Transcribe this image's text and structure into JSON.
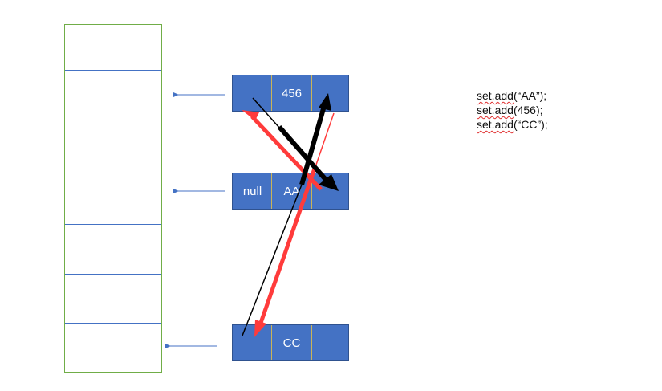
{
  "nodes": {
    "top": {
      "c1": "",
      "c2": "456",
      "c3": ""
    },
    "middle": {
      "c1": "null",
      "c2": "AA",
      "c3": ""
    },
    "bottom": {
      "c1": "",
      "c2": "CC",
      "c3": ""
    }
  },
  "code": {
    "line1_prefix": "set.add",
    "line1_rest": "(“AA”);",
    "line2_prefix": "set.add",
    "line2_rest": "(456);",
    "line3_prefix": "set.add",
    "line3_rest": "(“CC”);"
  },
  "colors": {
    "node_fill": "#4472c4",
    "table_border": "#70ad47",
    "slot_divider": "#4472c4",
    "arrow_red": "#ff3b3b",
    "arrow_black": "#000000"
  }
}
